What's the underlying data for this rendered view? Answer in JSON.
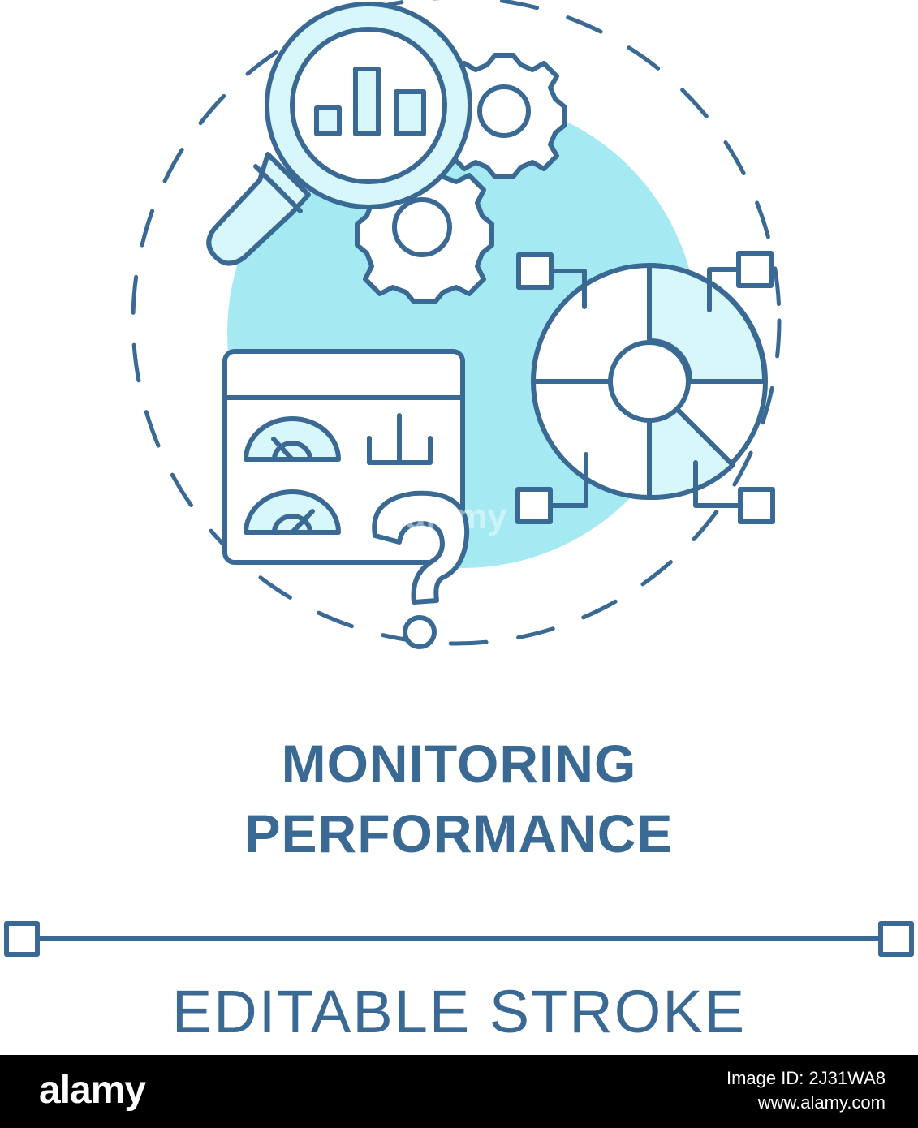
{
  "illustration": {
    "title_line_1": "MONITORING",
    "title_line_2": "PERFORMANCE",
    "subtitle": "EDITABLE STROKE",
    "icons": [
      "magnifier-icon",
      "bar-chart-icon",
      "gear-icon",
      "dashboard-window-icon",
      "gauge-icon",
      "question-mark-icon",
      "pie-chart-icon",
      "selection-handle-icon"
    ]
  },
  "colors": {
    "stroke": "#3a6a94",
    "accent_fill": "#a5eaf3",
    "light_fill": "#d8f7fa",
    "text": "#3a6a94",
    "footer_bg": "#000000"
  },
  "footer": {
    "brand": "alamy",
    "meta_line_1": "Image ID: 2J31WA8",
    "meta_line_2": "www.alamy.com"
  },
  "watermark": "alamy"
}
